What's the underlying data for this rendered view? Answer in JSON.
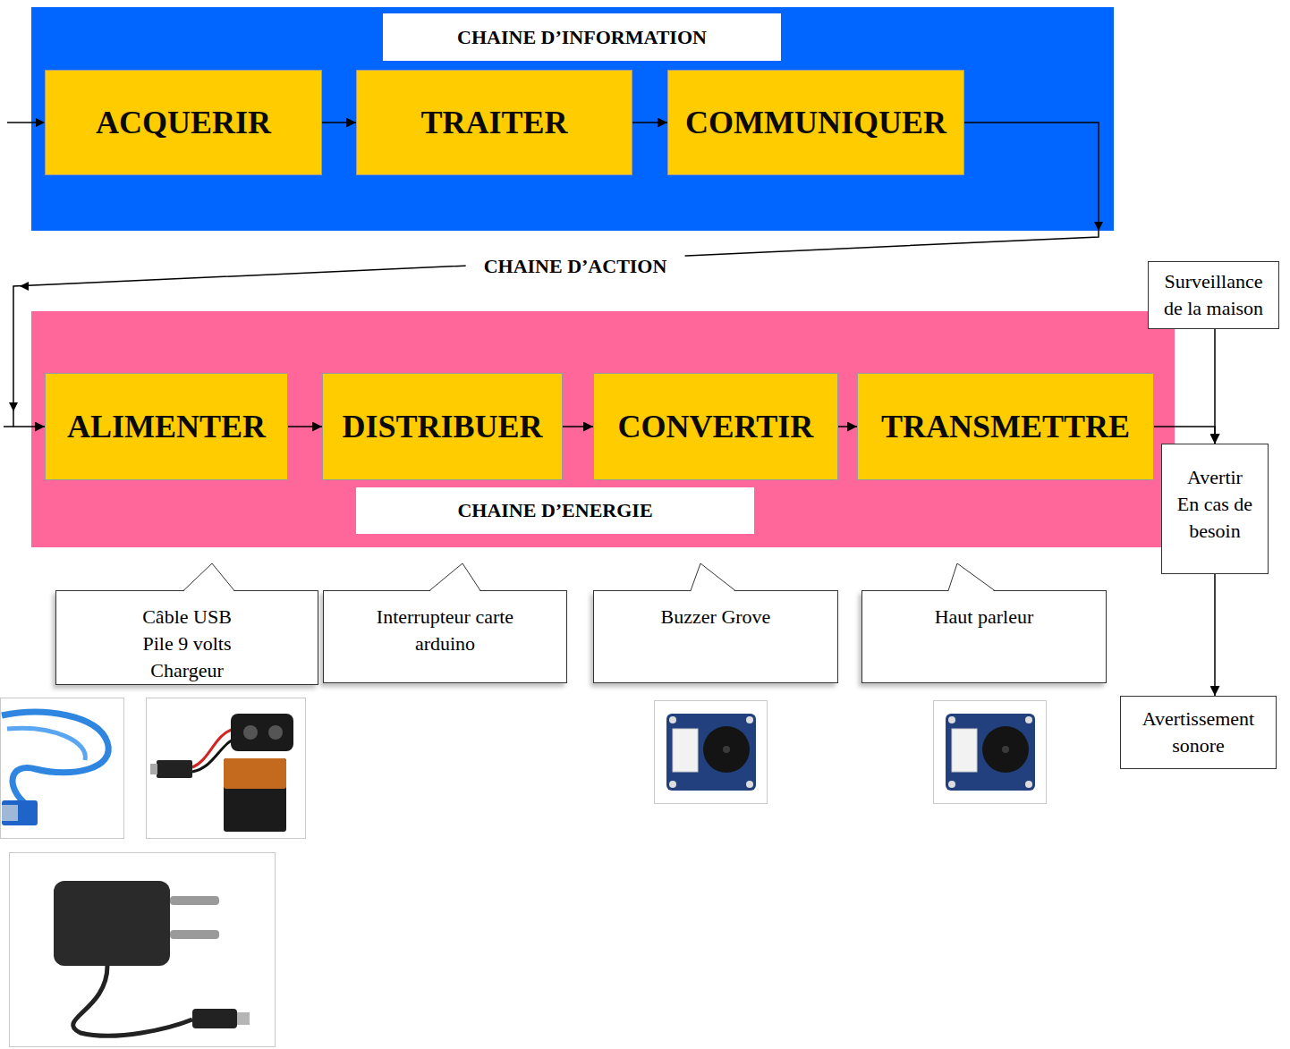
{
  "diagram": {
    "nodes": [
      {
        "text": [
          "CHAINE D’INFORMATION"
        ]
      },
      {
        "text": [
          "ACQUERIR"
        ],
        "in": 0
      },
      {
        "text": [
          "TRAITER"
        ],
        "in": 0
      },
      {
        "text": [
          "COMMUNIQUER"
        ],
        "in": 0
      },
      {
        "text": [
          "CHAINE D’ENERGIE"
        ]
      },
      {
        "text": [
          "ALIMENTER"
        ],
        "in": 4
      },
      {
        "text": [
          "DISTRIBUER"
        ],
        "in": 4
      },
      {
        "text": [
          "CONVERTIR"
        ],
        "in": 4
      },
      {
        "text": [
          "TRANSMETTRE"
        ],
        "in": 4
      },
      {
        "text": [
          "Surveillance de la maison"
        ]
      },
      {
        "text": [
          "Avertir En cas de besoin"
        ]
      },
      {
        "text": [
          "Câble USB Pile 9 volts Chargeur"
        ]
      },
      {
        "text": [
          "Interrupteur carte arduino"
        ]
      },
      {
        "text": [
          "Buzzer Grove"
        ]
      },
      {
        "text": [
          "Haut parleur"
        ]
      },
      {
        "text": [
          "Avertissement sonore"
        ]
      }
    ],
    "edges": [
      {
        "from": 1,
        "to": 2,
        "arrow": "to"
      },
      {
        "from": 2,
        "to": 3,
        "arrow": "to"
      },
      {
        "from": 3,
        "to": 5,
        "arrow": "to"
      },
      {
        "from": 5,
        "to": 6,
        "arrow": "to"
      },
      {
        "from": 6,
        "to": 7,
        "arrow": "to"
      },
      {
        "from": 7,
        "to": 8,
        "arrow": "to"
      },
      {
        "from": 8,
        "to": 10,
        "arrow": "to"
      },
      {
        "from": 9,
        "to": 10,
        "arrow": "to"
      },
      {
        "from": 10,
        "to": 15,
        "arrow": "to"
      }
    ],
    "labels": [
      "CHAINE D’ACTION"
    ]
  }
}
